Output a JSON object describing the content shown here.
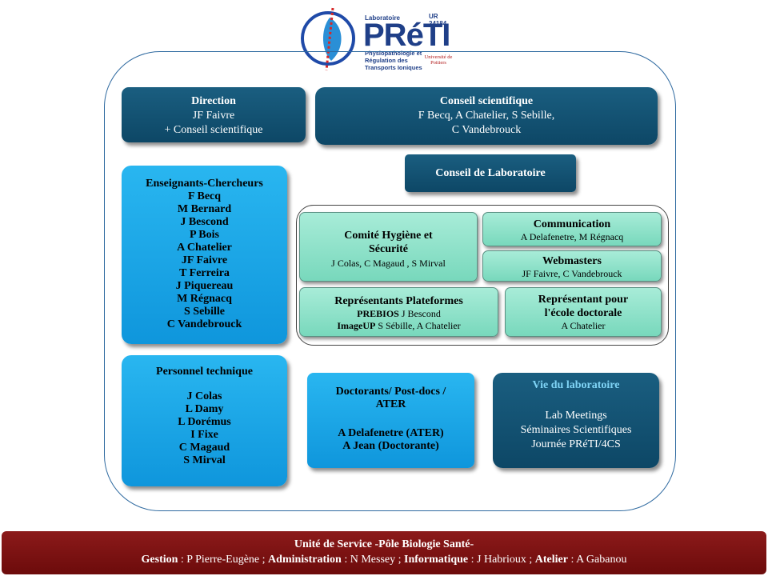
{
  "logo": {
    "laboratoire": "Laboratoire",
    "ur": "UR 24184",
    "name": "PRéTI",
    "subtitle_lines": [
      "Physiopathologie et",
      "Régulation des",
      "Transports Ioniques"
    ],
    "university": "Université de Poitiers"
  },
  "direction": {
    "title": "Direction",
    "lines": [
      "JF Faivre",
      "+ Conseil scientifique"
    ]
  },
  "conseil_scientifique": {
    "title": "Conseil scientifique",
    "lines": [
      "F Becq, A Chatelier, S Sebille,",
      "C Vandebrouck"
    ]
  },
  "conseil_laboratoire": {
    "title": "Conseil de Laboratoire"
  },
  "enseignants": {
    "title": "Enseignants-Chercheurs",
    "members": [
      "F Becq",
      "M Bernard",
      "J Bescond",
      "P Bois",
      "A Chatelier",
      "JF Faivre",
      "T Ferreira",
      "J Piquereau",
      "M Régnacq",
      "S Sebille",
      "C Vandebrouck"
    ]
  },
  "personnel": {
    "title": "Personnel technique",
    "members": [
      "J Colas",
      "L Damy",
      "L Dorémus",
      "I Fixe",
      "C Magaud",
      "S Mirval"
    ]
  },
  "hygiene": {
    "title_lines": [
      "Comité Hygiène et",
      "Sécurité"
    ],
    "members": "J Colas, C Magaud , S Mirval"
  },
  "communication": {
    "title": "Communication",
    "members": "A Delafenetre, M Régnacq"
  },
  "webmasters": {
    "title": "Webmasters",
    "members": "JF Faivre, C Vandebrouck"
  },
  "plateformes": {
    "title": "Représentants Plateformes",
    "rows": [
      {
        "label": "PREBIOS",
        "names": " J Bescond"
      },
      {
        "label": "ImageUP",
        "names": " S Sébille, A Chatelier"
      }
    ]
  },
  "ecole": {
    "title_lines": [
      "Représentant pour",
      "l'école doctorale"
    ],
    "members": "A Chatelier"
  },
  "doctorants": {
    "title_lines": [
      "Doctorants/ Post-docs /",
      "ATER"
    ],
    "members": [
      "A Delafenetre (ATER)",
      "A Jean (Doctorante)"
    ]
  },
  "vie": {
    "title": "Vie du laboratoire",
    "items": [
      "Lab Meetings",
      "Séminaires Scientifiques",
      "Journée PRéTI/4CS"
    ]
  },
  "footer": {
    "line1": "Unité de Service -Pôle Biologie Santé-",
    "items": [
      {
        "label": "Gestion",
        "value": " : P Pierre-Eugène ; "
      },
      {
        "label": "Administration",
        "value": " : N Messey ; "
      },
      {
        "label": "Informatique",
        "value": " : J Habrioux ; "
      },
      {
        "label": "Atelier",
        "value": " : A Gabanou"
      }
    ]
  },
  "colors": {
    "dark_box": "#0d4766",
    "bright_box": "#0f96dc",
    "mint_box": "#78d8bc",
    "footer": "#6c0b0b",
    "vie_title": "#7fd3f5",
    "logo_blue": "#1f3f88",
    "logo_red": "#d62828"
  }
}
